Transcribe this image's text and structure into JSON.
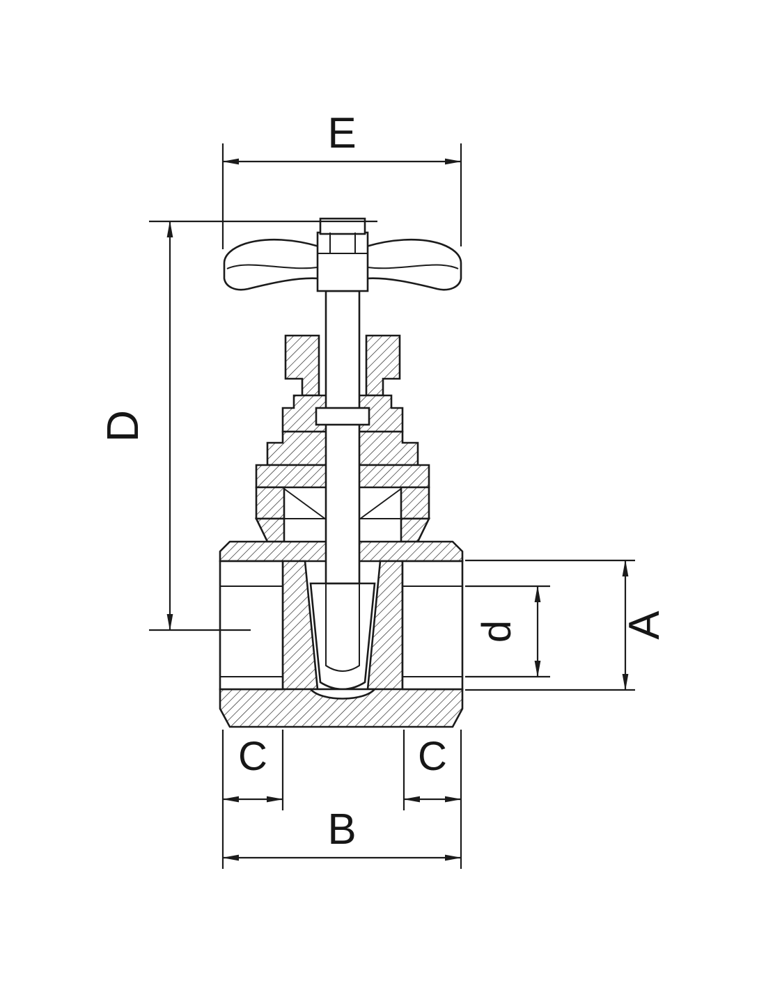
{
  "drawing": {
    "subject": "gate-valve-cross-section-technical-drawing",
    "background": "#ffffff",
    "line_color": "#1b1b1b"
  },
  "labels": {
    "E": "E",
    "D": "D",
    "A": "A",
    "d": "d",
    "C_left": "C",
    "C_right": "C",
    "B": "B"
  }
}
